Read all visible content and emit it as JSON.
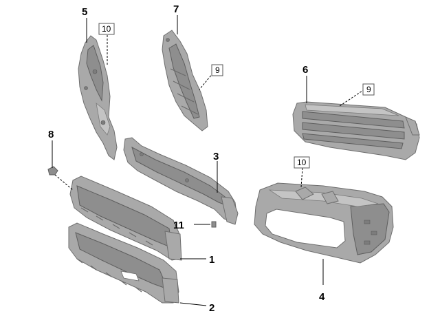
{
  "callouts": {
    "part_1": "1",
    "part_2": "2",
    "part_3": "3",
    "part_4": "4",
    "part_5": "5",
    "part_6": "6",
    "part_7": "7",
    "part_8": "8",
    "part_9a": "9",
    "part_9b": "9",
    "part_10a": "10",
    "part_10b": "10",
    "part_11": "11"
  }
}
